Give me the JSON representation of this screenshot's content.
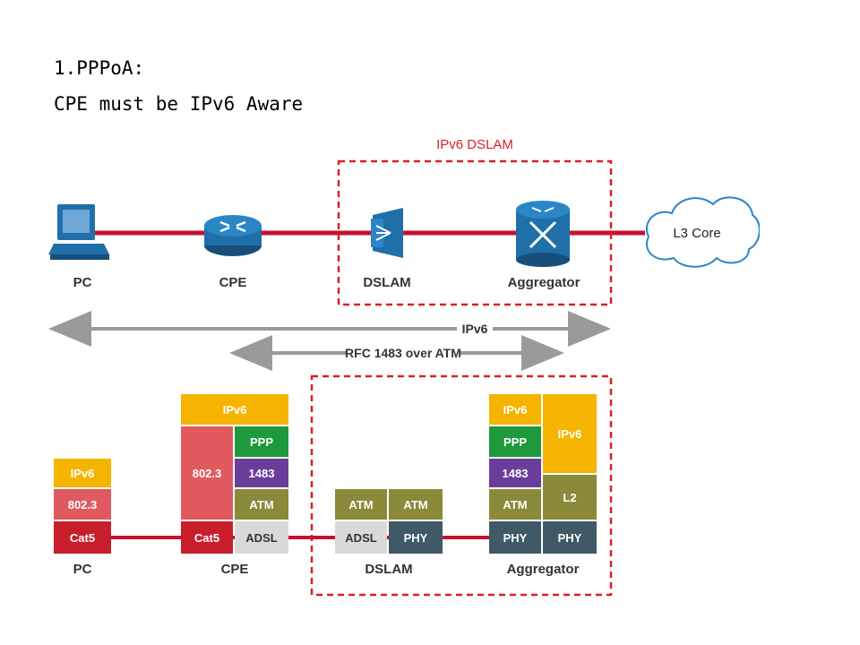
{
  "slide": {
    "title_line1": "1.PPPoA:",
    "title_line2": "CPE must be IPv6 Aware"
  },
  "diagram": {
    "dslam_box_label": "IPv6 DSLAM",
    "core_label": "L3 Core",
    "devices": {
      "pc": "PC",
      "cpe": "CPE",
      "dslam": "DSLAM",
      "aggregator": "Aggregator"
    },
    "arrows": {
      "ipv6": "IPv6",
      "rfc1483": "RFC 1483 over ATM"
    },
    "stacks": {
      "pc": {
        "label": "PC",
        "layers": [
          "IPv6",
          "802.3",
          "Cat5"
        ]
      },
      "cpe": {
        "label": "CPE",
        "top": "IPv6",
        "left": [
          "802.3",
          "Cat5"
        ],
        "right": [
          "PPP",
          "1483",
          "ATM",
          "ADSL"
        ]
      },
      "dslam": {
        "label": "DSLAM",
        "left": [
          "ATM",
          "ADSL"
        ],
        "right": [
          "ATM",
          "PHY"
        ]
      },
      "aggregator": {
        "label": "Aggregator",
        "left": [
          "IPv6",
          "PPP",
          "1483",
          "ATM",
          "PHY"
        ],
        "right": [
          "IPv6",
          "L2",
          "PHY"
        ]
      }
    },
    "colors": {
      "link_red": "#c8102e",
      "dashed_red": "#d6202a",
      "ipv6_orange": "#f4b400",
      "ieee_red": "#e05a5f",
      "cat5_red": "#c81e2c",
      "ppp_green": "#1e9a3c",
      "pvc_purple": "#6a3d9a",
      "atm_olive": "#8a8a3a",
      "adsl_grey": "#d9d9d9",
      "phy_slate": "#3f5a66",
      "device_blue": "#1f6fa8"
    }
  }
}
